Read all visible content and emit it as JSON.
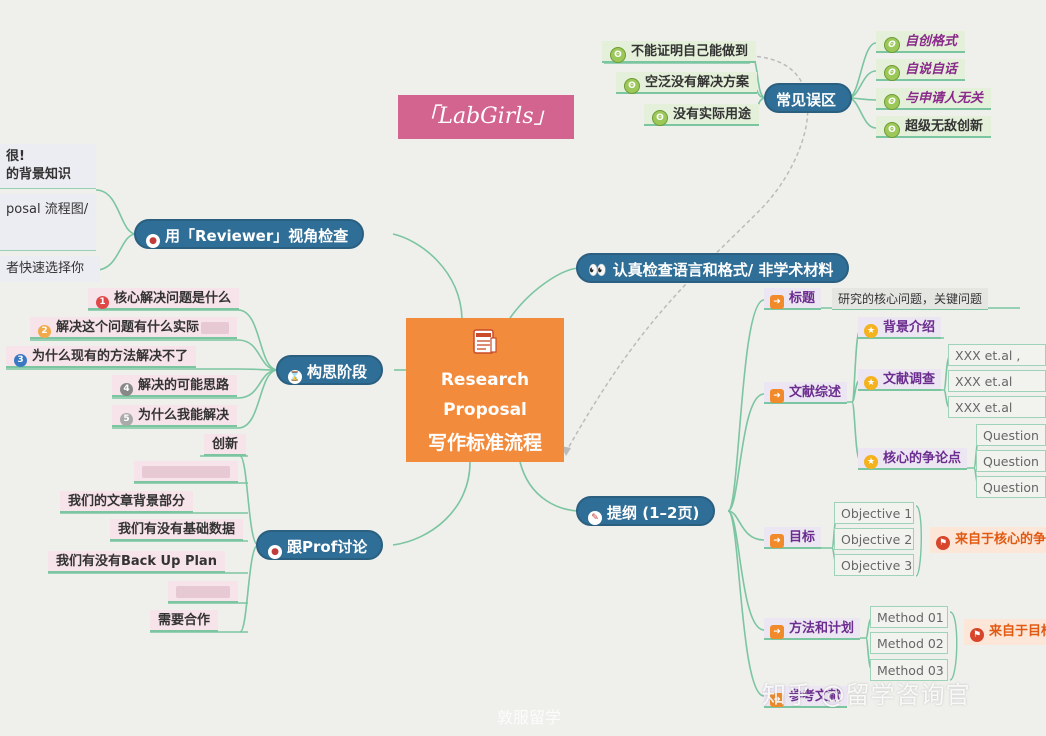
{
  "logo": "「LabGirls」",
  "center": {
    "line1": "Research",
    "line2": "Proposal",
    "line3": "写作标准流程"
  },
  "mistakes": {
    "label": "常见误区",
    "left": [
      "不能证明自己能做到",
      "空泛没有解决方案",
      "没有实际用途"
    ],
    "right": [
      "自创格式",
      "自说自话",
      "与申请人无关",
      "超级无敌创新"
    ]
  },
  "reviewer": {
    "label": "用「Reviewer」视角检查",
    "children": [
      "很!",
      "的背景知识",
      "posal 流程图/",
      "者快速选择你"
    ]
  },
  "language": {
    "label": "认真检查语言和格式/ 非学术材料"
  },
  "concept": {
    "label": "构思阶段",
    "children": [
      {
        "num": "1",
        "text": "核心解决问题是什么"
      },
      {
        "num": "2",
        "text": "解决这个问题有什么实际"
      },
      {
        "num": "3",
        "text": "为什么现有的方法解决不了"
      },
      {
        "num": "4",
        "text": "解决的可能思路"
      },
      {
        "num": "5",
        "text": "为什么我能解决"
      }
    ]
  },
  "prof": {
    "label": "跟Prof讨论",
    "children": [
      "创新",
      "",
      "我们的文章背景部分",
      "我们有没有基础数据",
      "我们有没有Back Up Plan",
      "",
      "需要合作"
    ]
  },
  "outline": {
    "label": "提纲 (1–2页)",
    "title": {
      "label": "标题",
      "desc": "研究的核心问题，关键问题"
    },
    "literature": {
      "label": "文献综述",
      "background": "背景介绍",
      "survey": "文献调查",
      "refs": [
        "XXX et.al ,",
        "XXX et.al",
        "XXX et.al"
      ],
      "debate": "核心的争论点",
      "questions": [
        "Question",
        "Question",
        "Question"
      ]
    },
    "goals": {
      "label": "目标",
      "objectives": [
        "Objective 1",
        "Objective 2",
        "Objective 3"
      ],
      "source": "来自于核心的争"
    },
    "methods": {
      "label": "方法和计划",
      "items": [
        "Method 01",
        "Method 02",
        "Method 03"
      ],
      "source": "来自于目标"
    },
    "refs_label": "参考文献"
  },
  "watermark": "知乎 @留学咨询官",
  "watermark2": "敦服留学",
  "colors": {
    "blue_node": "#2f6e96",
    "center": "#f38b3c",
    "logo": "#d3638f",
    "link": "#7bc5a0"
  }
}
